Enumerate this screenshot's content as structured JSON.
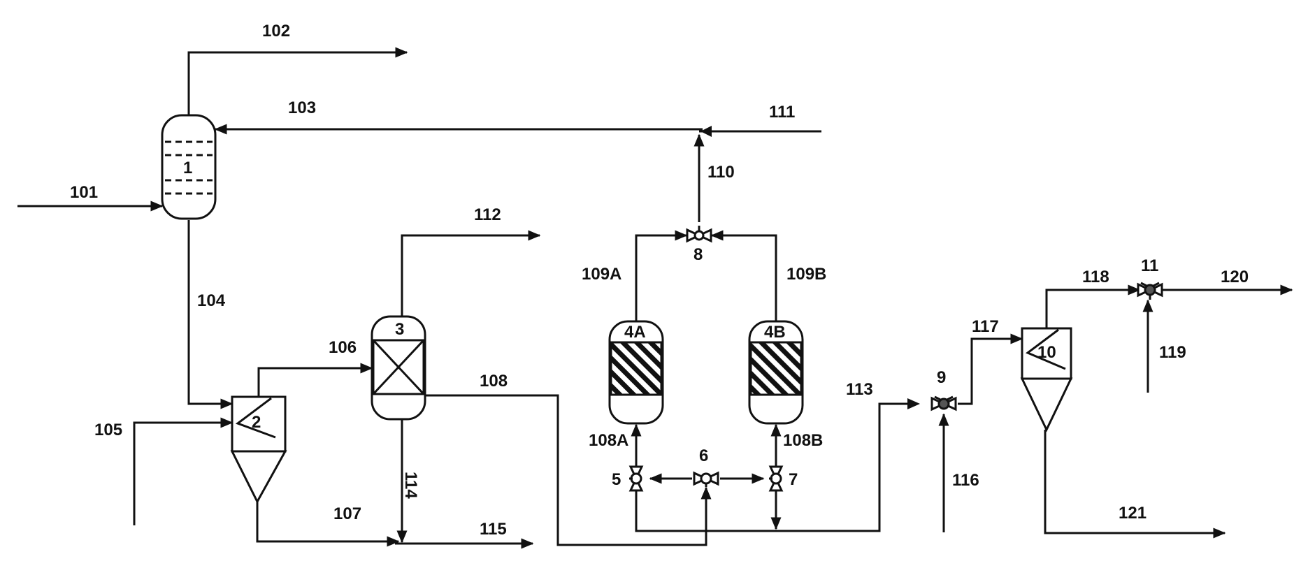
{
  "diagram": {
    "equipment": [
      {
        "id": "1"
      },
      {
        "id": "2"
      },
      {
        "id": "3"
      },
      {
        "id": "4A"
      },
      {
        "id": "4B"
      },
      {
        "id": "5"
      },
      {
        "id": "6"
      },
      {
        "id": "7"
      },
      {
        "id": "8"
      },
      {
        "id": "9"
      },
      {
        "id": "10"
      },
      {
        "id": "11"
      }
    ],
    "streams": [
      {
        "id": "101"
      },
      {
        "id": "102"
      },
      {
        "id": "103"
      },
      {
        "id": "104"
      },
      {
        "id": "105"
      },
      {
        "id": "106"
      },
      {
        "id": "107"
      },
      {
        "id": "108"
      },
      {
        "id": "108A"
      },
      {
        "id": "108B"
      },
      {
        "id": "109A"
      },
      {
        "id": "109B"
      },
      {
        "id": "110"
      },
      {
        "id": "111"
      },
      {
        "id": "112"
      },
      {
        "id": "113"
      },
      {
        "id": "114"
      },
      {
        "id": "115"
      },
      {
        "id": "116"
      },
      {
        "id": "117"
      },
      {
        "id": "118"
      },
      {
        "id": "119"
      },
      {
        "id": "120"
      },
      {
        "id": "121"
      }
    ]
  }
}
